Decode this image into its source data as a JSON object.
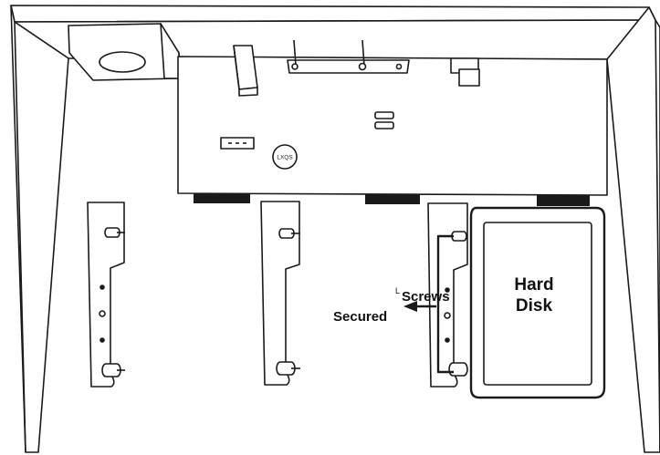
{
  "labels": {
    "hard_disk_line1": "Hard",
    "hard_disk_line2": "Disk",
    "screws_prefix": "L",
    "screws": "Screws",
    "secured": "Secured"
  },
  "connector_label": "LXQS",
  "colors": {
    "stroke": "#1a1a1a",
    "fill": "#ffffff",
    "solid": "#1a1a1a"
  }
}
